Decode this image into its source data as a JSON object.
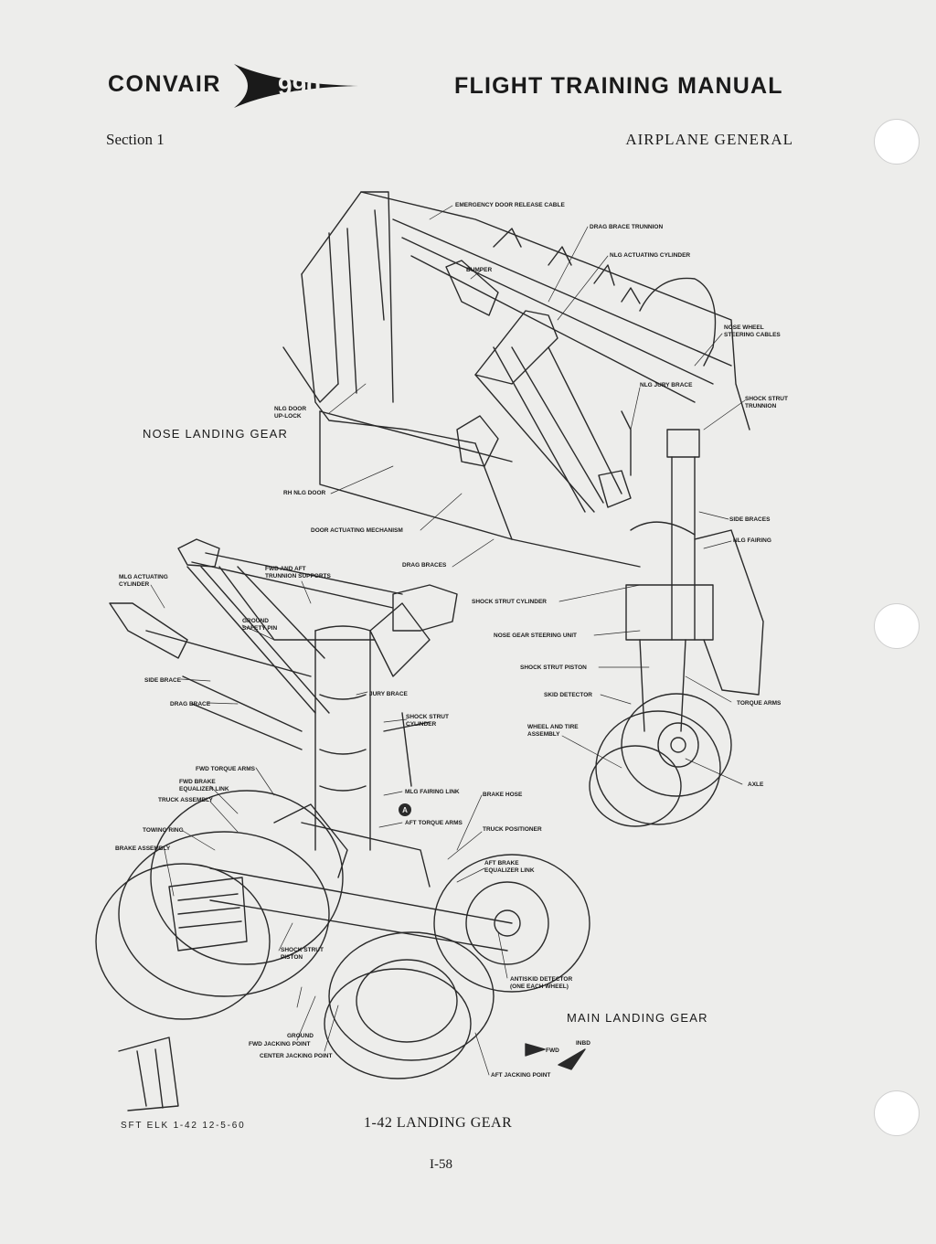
{
  "header": {
    "brand": "CONVAIR",
    "logo_text": "990",
    "title": "FLIGHT TRAINING MANUAL",
    "section": "Section 1",
    "category": "AIRPLANE GENERAL"
  },
  "figure": {
    "nose_title": "NOSE LANDING GEAR",
    "main_title": "MAIN LANDING GEAR",
    "fwd_label": "FWD",
    "inbd_label": "INBD",
    "callout": "A",
    "nose_labels": [
      "EMERGENCY DOOR RELEASE CABLE",
      "DRAG BRACE TRUNNION",
      "NLG ACTUATING CYLINDER",
      "BUMPER",
      "NOSE WHEEL\nSTEERING CABLES",
      "NLG JURY BRACE",
      "SHOCK STRUT\nTRUNNION",
      "NLG DOOR\nUP-LOCK",
      "RH NLG DOOR",
      "DOOR ACTUATING MECHANISM",
      "DRAG BRACES",
      "SIDE BRACES",
      "NLG FAIRING",
      "SHOCK STRUT CYLINDER",
      "NOSE GEAR STEERING UNIT",
      "SHOCK STRUT PISTON",
      "SKID DETECTOR",
      "WHEEL AND TIRE\nASSEMBLY",
      "TORQUE ARMS",
      "AXLE"
    ],
    "main_labels": [
      "MLG ACTUATING\nCYLINDER",
      "FWD AND AFT\nTRUNNION SUPPORTS",
      "GROUND\nSAFETY PIN",
      "SIDE BRACE",
      "DRAG BRACE",
      "JURY BRACE",
      "SHOCK STRUT\nCYLINDER",
      "FWD TORQUE ARMS",
      "FWD BRAKE\nEQUALIZER LINK",
      "TRUCK ASSEMBLY",
      "MLG FAIRING LINK",
      "BRAKE HOSE",
      "AFT TORQUE ARMS",
      "TOWING RING",
      "BRAKE ASSEMBLY",
      "TRUCK POSITIONER",
      "AFT BRAKE\nEQUALIZER LINK",
      "SHOCK STRUT\nPISTON",
      "ANTISKID DETECTOR\n(ONE EACH WHEEL)",
      "GROUND",
      "FWD JACKING POINT",
      "CENTER JACKING POINT",
      "AFT JACKING POINT"
    ]
  },
  "footer": {
    "drawing_code": "SFT ELK 1-42 12-5-60",
    "caption": "1-42  LANDING GEAR",
    "page_number": "I-58"
  }
}
